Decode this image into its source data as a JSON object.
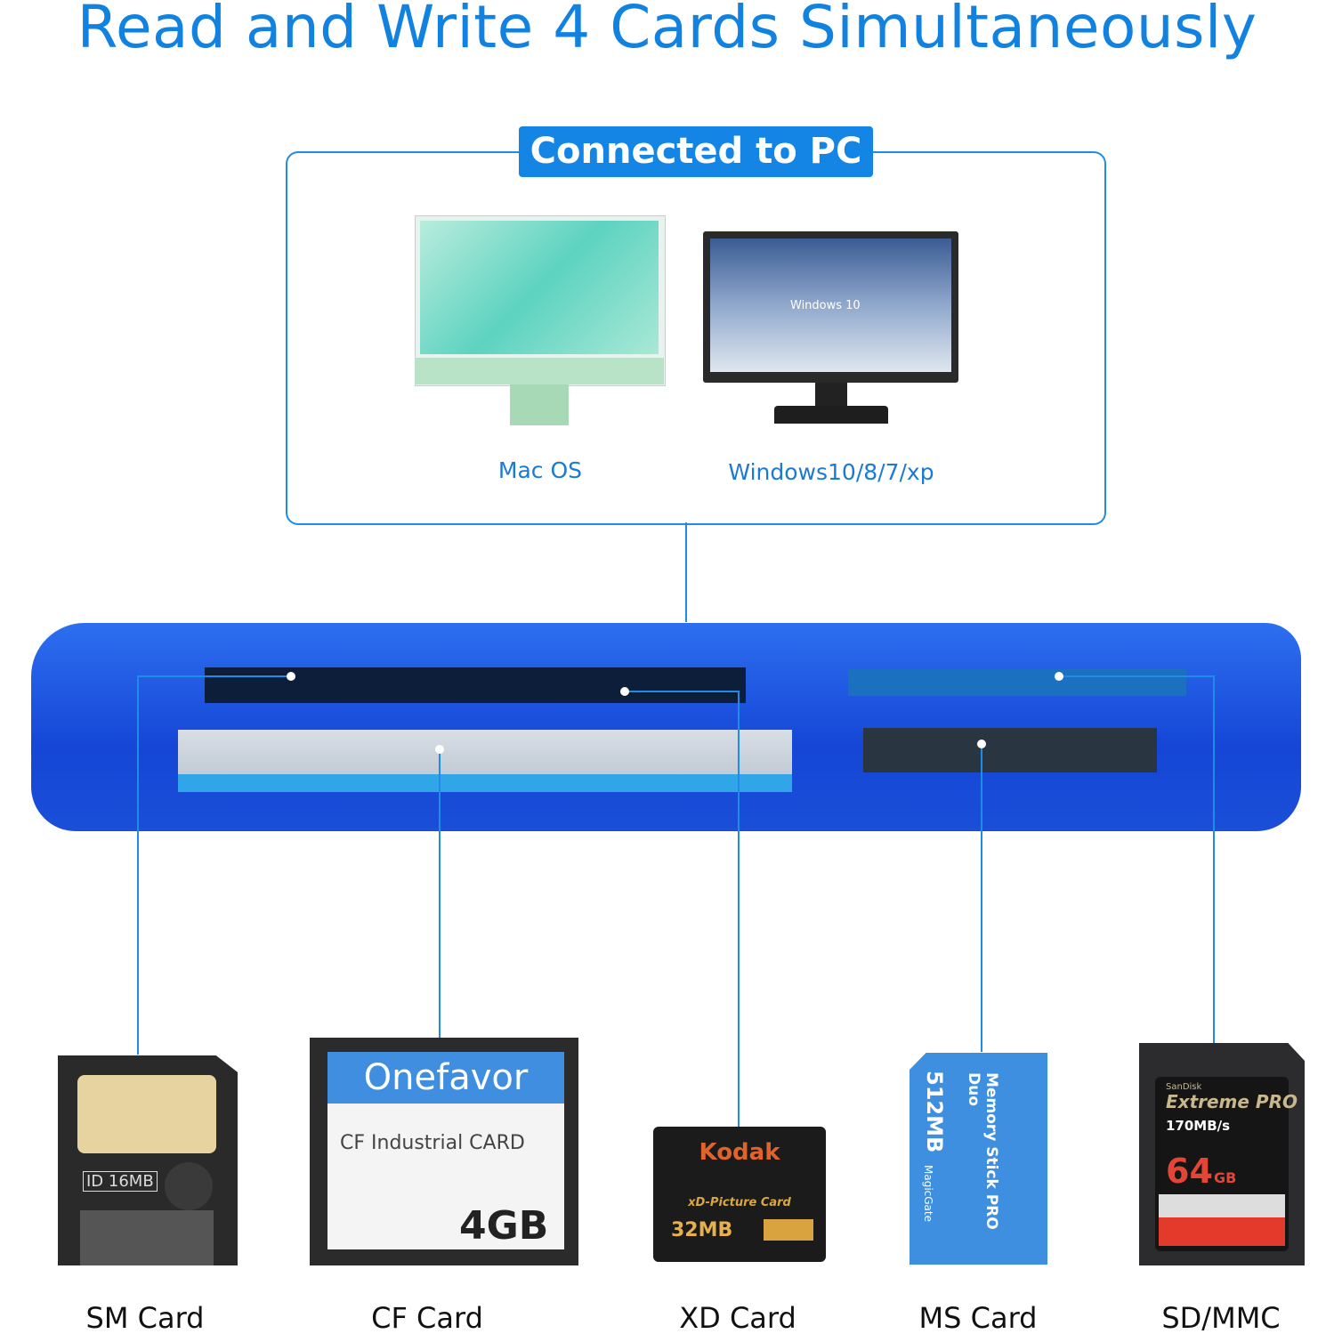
{
  "title": "Read and Write 4 Cards Simultaneously",
  "connection": {
    "badge": "Connected to PC",
    "systems": [
      {
        "label": "Mac OS",
        "icon": "imac-icon"
      },
      {
        "label": "Windows10/8/7/xp",
        "icon": "windows-monitor-icon",
        "screen_text": "Windows 10"
      }
    ]
  },
  "cards": [
    {
      "label": "SM Card",
      "print": "ID 16MB"
    },
    {
      "label": "CF Card",
      "brand": "Onefavor",
      "type": "CF Industrial CARD",
      "capacity": "4GB"
    },
    {
      "label": "XD Card",
      "brand": "Kodak",
      "type": "xD-Picture Card",
      "capacity": "32MB"
    },
    {
      "label": "MS Card",
      "capacity": "512MB",
      "type": "Memory Stick PRO Duo",
      "sub": "MagicGate"
    },
    {
      "label": "SD/MMC",
      "brand": "SanDisk",
      "type": "Extreme PRO",
      "speed": "170MB/s",
      "capacity": "64",
      "unit": "GB"
    }
  ],
  "colors": {
    "accent": "#1485e4",
    "reader": "#1a4fd8"
  }
}
